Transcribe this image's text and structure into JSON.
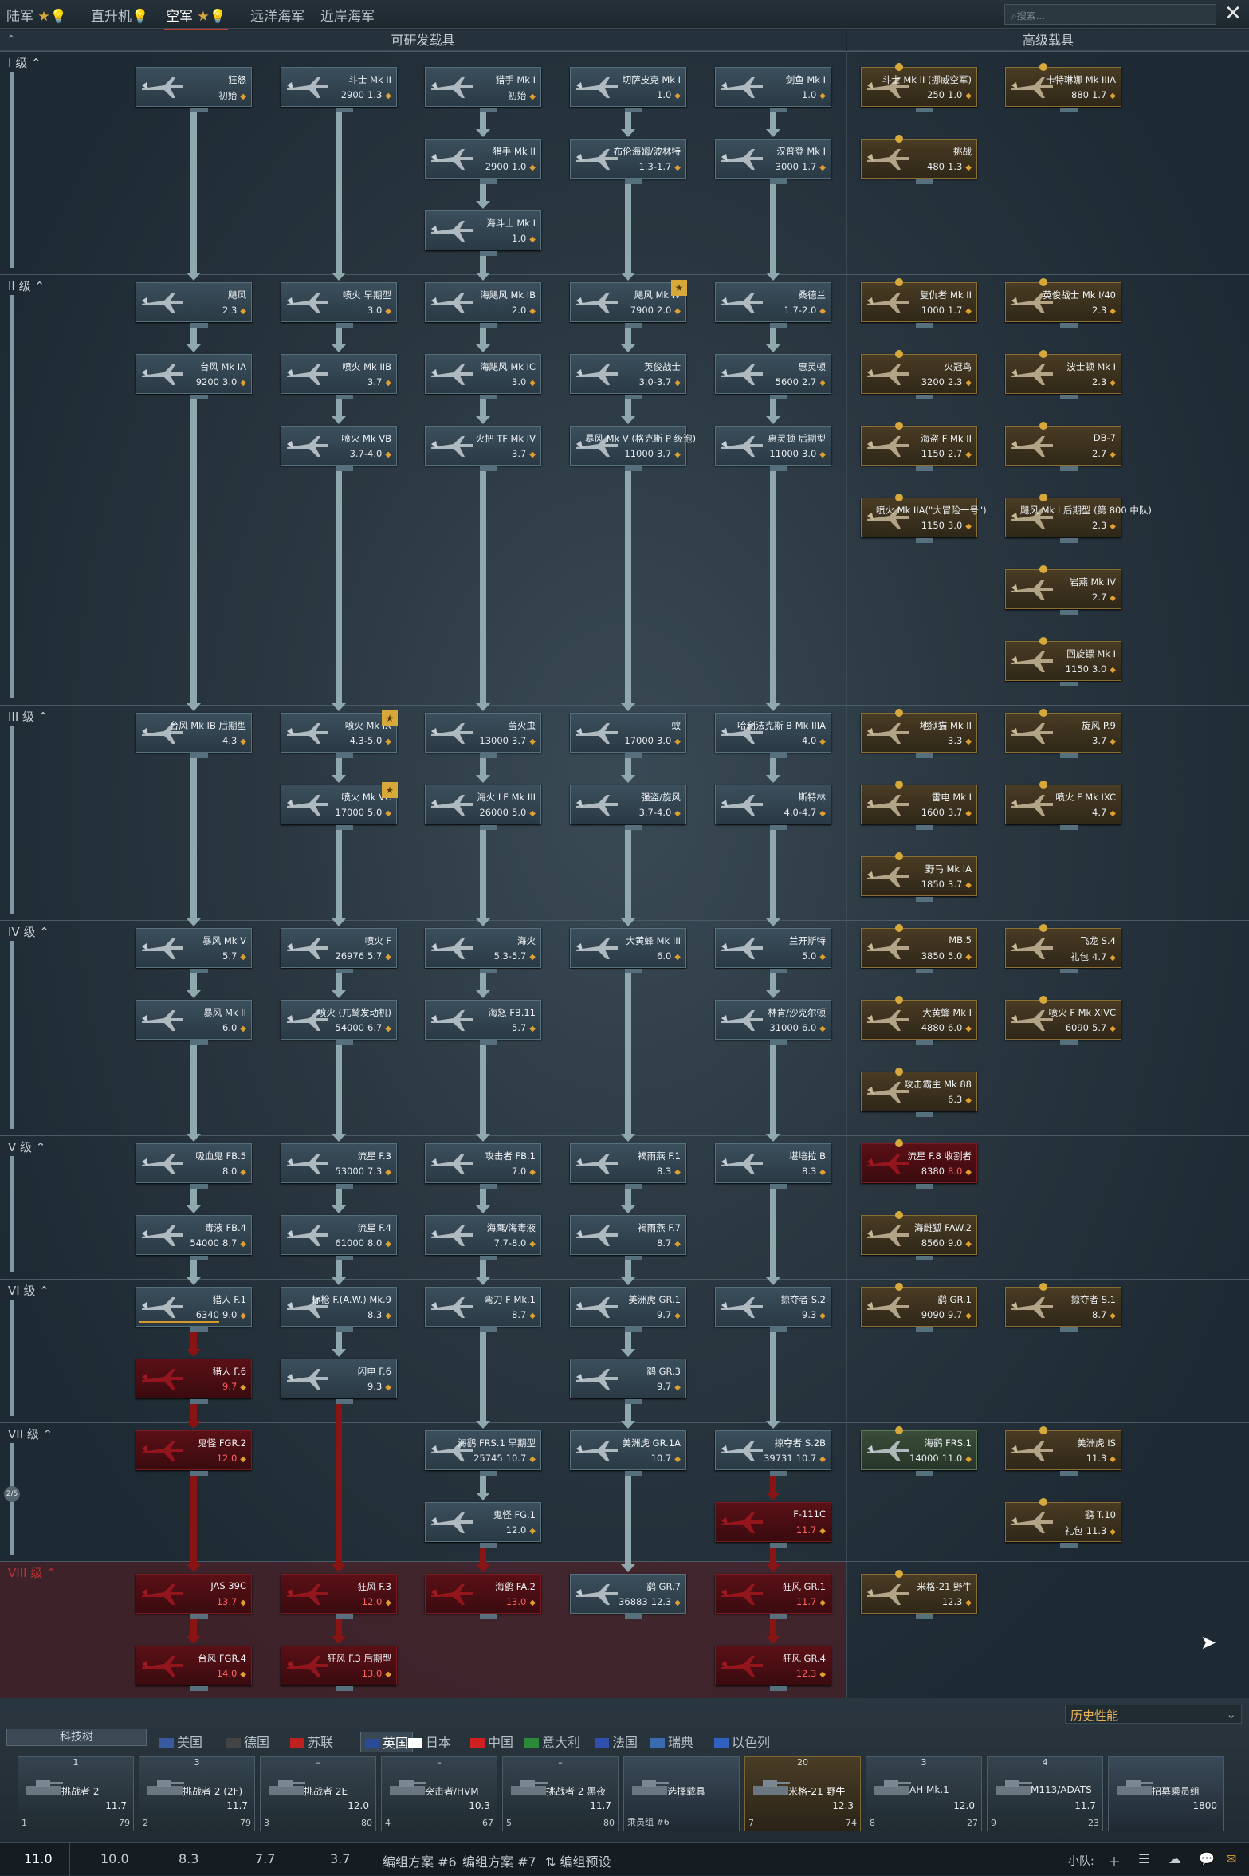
{
  "tabs": [
    {
      "label": "陆军",
      "stars": 1,
      "bulb": true,
      "active": false
    },
    {
      "label": "直升机",
      "stars": 0,
      "bulb": true,
      "active": false
    },
    {
      "label": "空军",
      "stars": 1,
      "bulb": true,
      "active": true
    },
    {
      "label": "远洋海军",
      "stars": 0,
      "bulb": false,
      "active": false
    },
    {
      "label": "近岸海军",
      "stars": 0,
      "bulb": false,
      "active": false
    }
  ],
  "search": {
    "placeholder": "搜索..."
  },
  "columns": {
    "researchable": "可研发载具",
    "premium": "高级载具"
  },
  "tiers": [
    {
      "label": "I 级"
    },
    {
      "label": "II 级"
    },
    {
      "label": "III 级"
    },
    {
      "label": "IV 级"
    },
    {
      "label": "V 级"
    },
    {
      "label": "VI 级"
    },
    {
      "label": "VII 级"
    },
    {
      "label": "VIII 级"
    }
  ],
  "tier7_count": "2/5",
  "vehicles": [
    {
      "name": "狂怒",
      "br": "初始",
      "rp": ""
    },
    {
      "name": "斗士 Mk II",
      "br": "1.3",
      "rp": "2900"
    },
    {
      "name": "猎手 Mk I",
      "br": "初始",
      "rp": ""
    },
    {
      "name": "切萨皮克 Mk I",
      "br": "1.0",
      "rp": ""
    },
    {
      "name": "剑鱼 Mk I",
      "br": "1.0",
      "rp": ""
    },
    {
      "name": "猎手 Mk II",
      "br": "1.0",
      "rp": "2900"
    },
    {
      "name": "布伦海姆/波林特",
      "br": "1.3-1.7",
      "rp": ""
    },
    {
      "name": "汉普登 Mk I",
      "br": "1.7",
      "rp": "3000"
    },
    {
      "name": "海斗士 Mk I",
      "br": "1.0",
      "rp": ""
    },
    {
      "name": "飓风",
      "br": "2.3",
      "rp": ""
    },
    {
      "name": "喷火 早期型",
      "br": "3.0",
      "rp": ""
    },
    {
      "name": "海飓风 Mk IB",
      "br": "2.0",
      "rp": ""
    },
    {
      "name": "飓风 Mk IV",
      "br": "2.0",
      "rp": "7900"
    },
    {
      "name": "桑德兰",
      "br": "1.7-2.0",
      "rp": ""
    },
    {
      "name": "台风 Mk IA",
      "br": "3.0",
      "rp": "9200"
    },
    {
      "name": "喷火 Mk IIB",
      "br": "3.7",
      "rp": ""
    },
    {
      "name": "海飓风 Mk IC",
      "br": "3.0",
      "rp": ""
    },
    {
      "name": "英俊战士",
      "br": "3.0-3.7",
      "rp": ""
    },
    {
      "name": "惠灵顿",
      "br": "2.7",
      "rp": "5600"
    },
    {
      "name": "喷火 Mk VB",
      "br": "3.7-4.0",
      "rp": ""
    },
    {
      "name": "火把 TF Mk IV",
      "br": "3.7",
      "rp": ""
    },
    {
      "name": "暴风 Mk V (格克斯 P 级泡)",
      "br": "3.7",
      "rp": "11000"
    },
    {
      "name": "惠灵顿 后期型",
      "br": "3.0",
      "rp": "11000"
    },
    {
      "name": "台风 Mk IB 后期型",
      "br": "4.3",
      "rp": ""
    },
    {
      "name": "喷火 Mk IX",
      "br": "4.3-5.0",
      "rp": ""
    },
    {
      "name": "萤火虫",
      "br": "3.7",
      "rp": "13000"
    },
    {
      "name": "蚊",
      "br": "3.0",
      "rp": "17000"
    },
    {
      "name": "哈利法克斯 B Mk IIIA",
      "br": "4.0",
      "rp": ""
    },
    {
      "name": "喷火 Mk VC",
      "br": "5.0",
      "rp": "17000"
    },
    {
      "name": "海火 LF Mk III",
      "br": "5.0",
      "rp": "26000"
    },
    {
      "name": "强盗/旋风",
      "br": "3.7-4.0",
      "rp": ""
    },
    {
      "name": "斯特林",
      "br": "4.0-4.7",
      "rp": ""
    },
    {
      "name": "暴风 Mk V",
      "br": "5.7",
      "rp": ""
    },
    {
      "name": "喷火 F",
      "br": "5.7",
      "rp": "26976"
    },
    {
      "name": "海火",
      "br": "5.3-5.7",
      "rp": ""
    },
    {
      "name": "大黄蜂 Mk III",
      "br": "6.0",
      "rp": ""
    },
    {
      "name": "兰开斯特",
      "br": "5.0",
      "rp": ""
    },
    {
      "name": "暴风 Mk II",
      "br": "6.0",
      "rp": ""
    },
    {
      "name": "喷火 (兀鹫发动机)",
      "br": "6.7",
      "rp": "54000"
    },
    {
      "name": "海怒 FB.11",
      "br": "5.7",
      "rp": ""
    },
    {
      "name": "林肯/沙克尔顿",
      "br": "6.0",
      "rp": "31000"
    },
    {
      "name": "吸血鬼 FB.5",
      "br": "8.0",
      "rp": ""
    },
    {
      "name": "流星 F.3",
      "br": "7.3",
      "rp": "53000"
    },
    {
      "name": "攻击者 FB.1",
      "br": "7.0",
      "rp": ""
    },
    {
      "name": "褐雨燕 F.1",
      "br": "8.3",
      "rp": ""
    },
    {
      "name": "堪培拉 B",
      "br": "8.3",
      "rp": ""
    },
    {
      "name": "毒液 FB.4",
      "br": "8.7",
      "rp": "54000"
    },
    {
      "name": "流星 F.4",
      "br": "8.0",
      "rp": "61000"
    },
    {
      "name": "海鹰/海毒液",
      "br": "7.7-8.0",
      "rp": ""
    },
    {
      "name": "褐雨燕 F.7",
      "br": "8.7",
      "rp": ""
    },
    {
      "name": "猎人 F.1",
      "br": "9.0",
      "rp": "6340"
    },
    {
      "name": "标枪 F.(A.W.) Mk.9",
      "br": "8.3",
      "rp": ""
    },
    {
      "name": "弯刀 F Mk.1",
      "br": "8.7",
      "rp": ""
    },
    {
      "name": "美洲虎 GR.1",
      "br": "9.7",
      "rp": ""
    },
    {
      "name": "掠夺者 S.2",
      "br": "9.3",
      "rp": ""
    },
    {
      "name": "猎人 F.6",
      "br": "9.7",
      "rp": ""
    },
    {
      "name": "闪电 F.6",
      "br": "9.3",
      "rp": ""
    },
    {
      "name": "鹞 GR.3",
      "br": "9.7",
      "rp": ""
    },
    {
      "name": "鬼怪 FGR.2",
      "br": "12.0",
      "rp": ""
    },
    {
      "name": "海鹞 FRS.1 早期型",
      "br": "10.7",
      "rp": "25745"
    },
    {
      "name": "美洲虎 GR.1A",
      "br": "10.7",
      "rp": ""
    },
    {
      "name": "掠夺者 S.2B",
      "br": "10.7",
      "rp": "39731"
    },
    {
      "name": "鬼怪 FG.1",
      "br": "12.0",
      "rp": ""
    },
    {
      "name": "F-111C",
      "br": "11.7",
      "rp": ""
    },
    {
      "name": "JAS 39C",
      "br": "13.7",
      "rp": ""
    },
    {
      "name": "狂风 F.3",
      "br": "12.0",
      "rp": ""
    },
    {
      "name": "海鹞 FA.2",
      "br": "13.0",
      "rp": ""
    },
    {
      "name": "鹞 GR.7",
      "br": "12.3",
      "rp": "36883"
    },
    {
      "name": "狂风 GR.1",
      "br": "11.7",
      "rp": ""
    },
    {
      "name": "台风 FGR.4",
      "br": "14.0",
      "rp": ""
    },
    {
      "name": "狂风 F.3 后期型",
      "br": "13.0",
      "rp": ""
    },
    {
      "name": "狂风 GR.4",
      "br": "12.3",
      "rp": ""
    }
  ],
  "premium": [
    {
      "name": "斗士 Mk II (挪威空军)",
      "br": "1.0",
      "rp": "250"
    },
    {
      "name": "卡特琳娜 Mk IIIA",
      "br": "1.7",
      "rp": "880"
    },
    {
      "name": "挑战",
      "br": "1.3",
      "rp": "480"
    },
    {
      "name": "复仇者 Mk II",
      "br": "1.7",
      "rp": "1000"
    },
    {
      "name": "英俊战士 Mk I/40",
      "br": "2.3",
      "rp": ""
    },
    {
      "name": "火冠鸟",
      "br": "2.3",
      "rp": "3200"
    },
    {
      "name": "波士顿 Mk I",
      "br": "2.3",
      "rp": ""
    },
    {
      "name": "海盗 F Mk II",
      "br": "2.7",
      "rp": "1150"
    },
    {
      "name": "DB-7",
      "br": "2.7",
      "rp": ""
    },
    {
      "name": "喷火 Mk IIA(\"大冒险一号\")",
      "br": "3.0",
      "rp": "1150"
    },
    {
      "name": "飓风 Mk I 后期型 (第 800 中队)",
      "br": "2.3",
      "rp": ""
    },
    {
      "name": "岩燕 Mk IV",
      "br": "2.7",
      "rp": ""
    },
    {
      "name": "回旋镖 Mk I",
      "br": "3.0",
      "rp": "1150"
    },
    {
      "name": "地狱猫 Mk II",
      "br": "3.3",
      "rp": ""
    },
    {
      "name": "旋风 P.9",
      "br": "3.7",
      "rp": ""
    },
    {
      "name": "雷电 Mk I",
      "br": "3.7",
      "rp": "1600"
    },
    {
      "name": "喷火 F Mk IXC",
      "br": "4.7",
      "rp": ""
    },
    {
      "name": "野马 Mk IA",
      "br": "3.7",
      "rp": "1850"
    },
    {
      "name": "MB.5",
      "br": "5.0",
      "rp": "3850"
    },
    {
      "name": "飞龙 S.4",
      "br": "4.7",
      "rp": "礼包"
    },
    {
      "name": "大黄蜂 Mk I",
      "br": "6.0",
      "rp": "4880"
    },
    {
      "name": "喷火 F Mk XIVC",
      "br": "5.7",
      "rp": "6090"
    },
    {
      "name": "攻击霸主 Mk 88",
      "br": "6.3",
      "rp": ""
    },
    {
      "name": "流星 F.8 收割者",
      "br": "8.0",
      "rp": "8380"
    },
    {
      "name": "海雌狐 FAW.2",
      "br": "9.0",
      "rp": "8560"
    },
    {
      "name": "鹞 GR.1",
      "br": "9.7",
      "rp": "9090"
    },
    {
      "name": "掠夺者 S.1",
      "br": "8.7",
      "rp": ""
    },
    {
      "name": "海鹞 FRS.1",
      "br": "11.0",
      "rp": "14000"
    },
    {
      "name": "美洲虎 IS",
      "br": "11.3",
      "rp": ""
    },
    {
      "name": "鹞 T.10",
      "br": "11.3",
      "rp": "礼包"
    },
    {
      "name": "米格-21 野牛",
      "br": "12.3",
      "rp": ""
    }
  ],
  "nations": [
    "美国",
    "德国",
    "苏联",
    "英国",
    "日本",
    "中国",
    "意大利",
    "法国",
    "瑞典",
    "以色列"
  ],
  "techtree_label": "科技树",
  "history_label": "历史性能",
  "crew": [
    {
      "top": "1",
      "name": "挑战者 2",
      "br": "11.7",
      "idx": "1",
      "val": "79"
    },
    {
      "top": "3",
      "name": "挑战者 2 (2F)",
      "br": "11.7",
      "idx": "2",
      "val": "79"
    },
    {
      "top": "–",
      "name": "挑战者 2E",
      "br": "12.0",
      "idx": "3",
      "val": "80"
    },
    {
      "top": "–",
      "name": "突击者/HVM",
      "br": "10.3",
      "idx": "4",
      "val": "67"
    },
    {
      "top": "–",
      "name": "挑战者 2 黑夜",
      "br": "11.7",
      "idx": "5",
      "val": "80"
    },
    {
      "top": "",
      "name": "选择载具",
      "br": "",
      "idx": "乘员组 #6",
      "val": ""
    },
    {
      "top": "20",
      "name": "米格-21 野牛",
      "br": "12.3",
      "idx": "7",
      "val": "74"
    },
    {
      "top": "3",
      "name": "AH Mk.1",
      "br": "12.0",
      "idx": "8",
      "val": "27"
    },
    {
      "top": "4",
      "name": "M113/ADATS",
      "br": "11.7",
      "idx": "9",
      "val": "23"
    },
    {
      "top": "",
      "name": "招募乘员组",
      "br": "1800",
      "idx": "",
      "val": ""
    }
  ],
  "footer": {
    "brs": [
      "11.0",
      "10.0",
      "8.3",
      "7.7",
      "3.7"
    ],
    "preset6": "编组方案 #6",
    "preset7": "编组方案 #7",
    "presets": "编组预设",
    "squad": "小队:"
  }
}
